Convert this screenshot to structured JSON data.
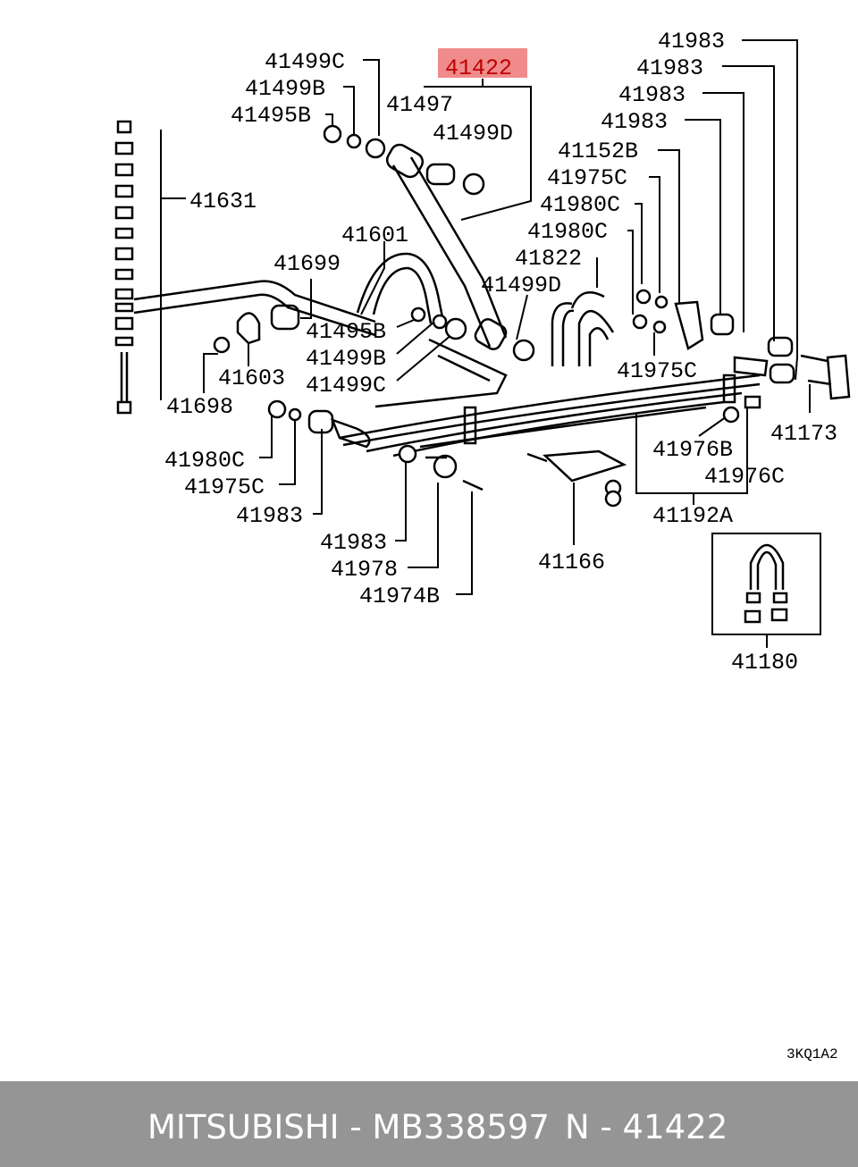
{
  "diagram": {
    "highlighted_part": "41422",
    "drawing_code": "3KQ1A2",
    "labels": {
      "l41983_a": "41983",
      "l41983_b": "41983",
      "l41983_c": "41983",
      "l41983_d": "41983",
      "l41499c_top": "41499C",
      "l41499b_top": "41499B",
      "l41495b_top": "41495B",
      "l41497": "41497",
      "l41499d_top": "41499D",
      "l41152b": "41152B",
      "l41975c_a": "41975C",
      "l41980c_a": "41980C",
      "l41980c_b": "41980C",
      "l41631": "41631",
      "l41601": "41601",
      "l41822": "41822",
      "l41699": "41699",
      "l41499d_mid": "41499D",
      "l41495b_mid": "41495B",
      "l41499b_mid": "41499B",
      "l41499c_mid": "41499C",
      "l41603": "41603",
      "l41698": "41698",
      "l41975c_b": "41975C",
      "l41173": "41173",
      "l41976b": "41976B",
      "l41976c": "41976C",
      "l41980c_c": "41980C",
      "l41975c_c": "41975C",
      "l41983_e": "41983",
      "l41192a": "41192A",
      "l41983_f": "41983",
      "l41978": "41978",
      "l41166": "41166",
      "l41974b": "41974B",
      "l41180": "41180"
    }
  },
  "footer": {
    "brand_text": "MITSUBISHI - MB338597",
    "ref_text": "N - 41422",
    "background": "#959595"
  }
}
